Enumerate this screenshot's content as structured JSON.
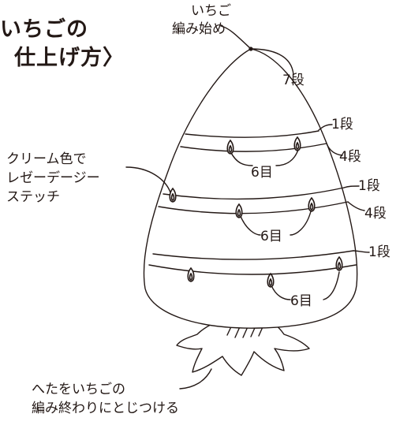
{
  "title": {
    "line1": "いちごの",
    "line2": "仕上げ方〉"
  },
  "labels": {
    "start": [
      "いちご",
      "編み始め"
    ],
    "row_7": "7段",
    "row_1a": "1段",
    "row_4a": "4段",
    "row_1b": "1段",
    "row_4b": "4段",
    "row_1c": "1段",
    "stitch_6a": "6目",
    "stitch_6b": "6目",
    "stitch_6c": "6目",
    "lazy_daisy": [
      "クリーム色で",
      "レゼーデージー",
      "ステッチ"
    ],
    "calyx": [
      "へたをいちごの",
      "編み終わりにとじつける"
    ]
  },
  "colors": {
    "line": "#231815",
    "background": "#ffffff"
  }
}
